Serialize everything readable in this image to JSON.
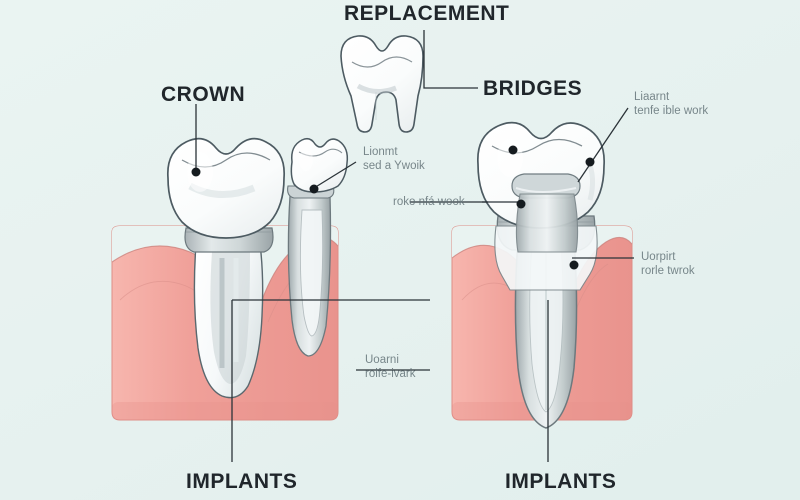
{
  "illustration": {
    "subject": "dental-tooth-replacement-diagram",
    "background_color": "#e7f2f0",
    "gum_color": "#f0a099",
    "gum_shadow_color": "#e08a85",
    "tooth_color": "#fbfdfd",
    "metal_color": "#b9c2c4",
    "outline_color": "#4d5b62",
    "leader_color": "#2b3338"
  },
  "headings": {
    "replacement": "REPLACEMENT",
    "crown": "CROWN",
    "bridges": "BRIDGES",
    "implants_left": "IMPLANTS",
    "implants_right": "IMPLANTS"
  },
  "annotations": {
    "abutment_note": {
      "line1": "Lionmt",
      "line2": "sed a Ywoik"
    },
    "bridge_top_note": {
      "line1": "Liaarnt",
      "line2": "tenfe ible work"
    },
    "post_note": {
      "line1": "roko nfá wook",
      "line2": ""
    },
    "support_note": {
      "line1": "Uorpirt",
      "line2": "rorle twrok"
    },
    "root_note": {
      "line1": "Uoarni",
      "line2": "rolfe-ivark"
    }
  }
}
